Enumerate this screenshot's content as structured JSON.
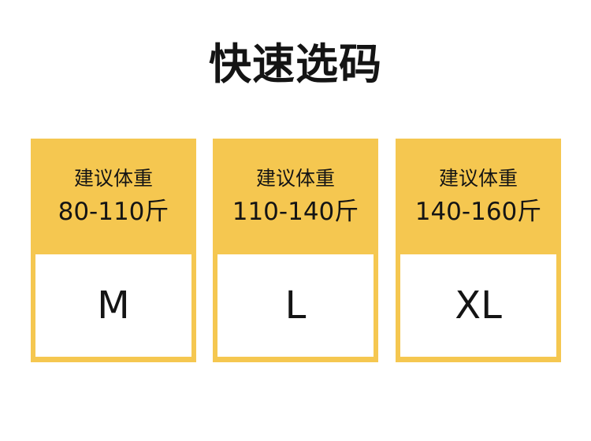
{
  "title": "快速选码",
  "cards": [
    {
      "label": "建议体重",
      "range": "80-110斤",
      "size": "M"
    },
    {
      "label": "建议体重",
      "range": "110-140斤",
      "size": "L"
    },
    {
      "label": "建议体重",
      "range": "140-160斤",
      "size": "XL"
    }
  ],
  "colors": {
    "accent": "#f5c750",
    "text": "#141414",
    "background": "#ffffff"
  }
}
